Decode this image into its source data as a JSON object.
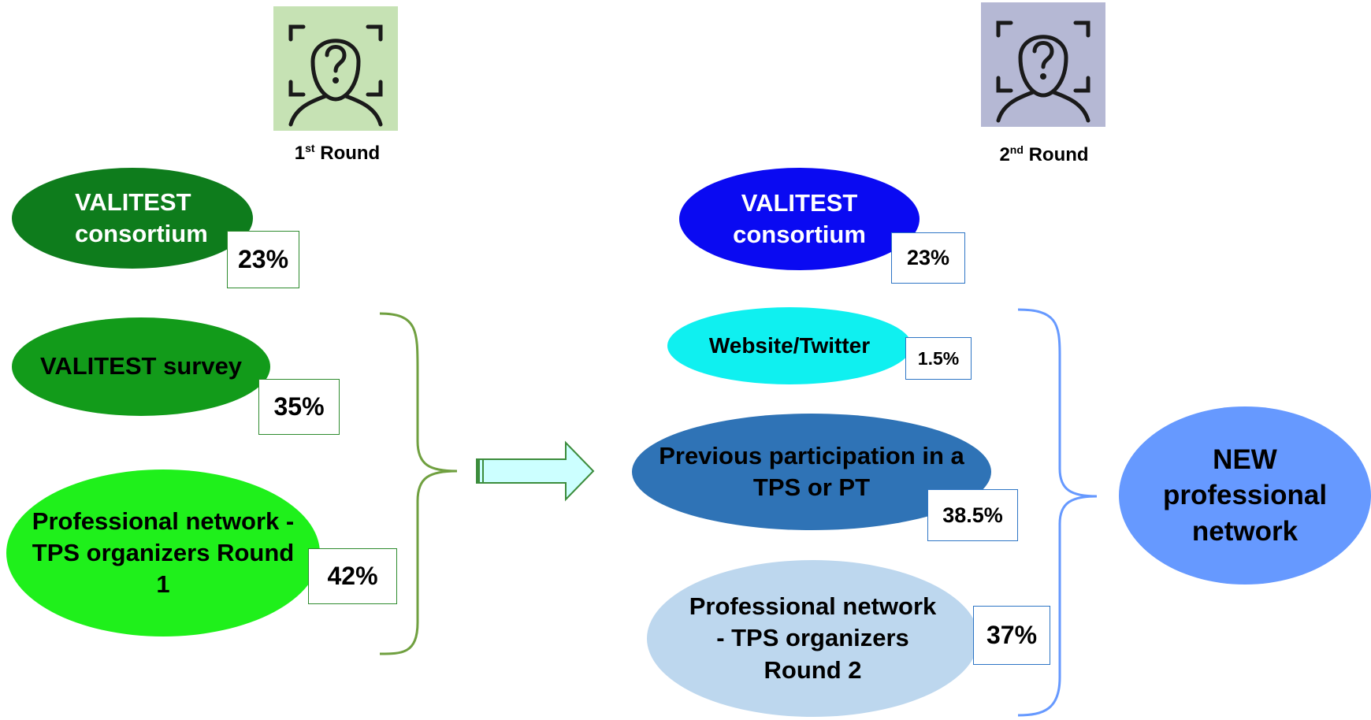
{
  "colors": {
    "round1_avatar_bg": "#c6e2b4",
    "round2_avatar_bg": "#b5b8d4",
    "r1_consortium": "#0e7c1c",
    "r1_survey": "#129b1a",
    "r1_network": "#1ff01b",
    "r2_consortium": "#0a0af2",
    "r2_website": "#0ff0f0",
    "r2_previous": "#2f73b6",
    "r2_network": "#bdd7ee",
    "new_network": "#6699ff",
    "brace_green": "#70a040",
    "brace_blue": "#6699ff",
    "arrow_fill": "#ccffff",
    "arrow_stroke": "#3c8c3c"
  },
  "round1": {
    "label_main": "1",
    "label_sup": "st",
    "label_rest": " Round",
    "consortium": {
      "label": "VALITEST consortium",
      "pct": "23%"
    },
    "survey": {
      "label": "VALITEST survey",
      "pct": "35%"
    },
    "network": {
      "label": "Professional network - TPS organizers Round 1",
      "pct": "42%"
    }
  },
  "round2": {
    "label_main": "2",
    "label_sup": "nd",
    "label_rest": " Round",
    "consortium": {
      "label": "VALITEST consortium",
      "pct": "23%"
    },
    "website": {
      "label": "Website/Twitter",
      "pct": "1.5%"
    },
    "previous": {
      "label": "Previous participation in a TPS or PT",
      "pct": "38.5%"
    },
    "network": {
      "label": "Professional network - TPS organizers Round 2",
      "pct": "37%"
    }
  },
  "result": {
    "label": "NEW professional network"
  }
}
